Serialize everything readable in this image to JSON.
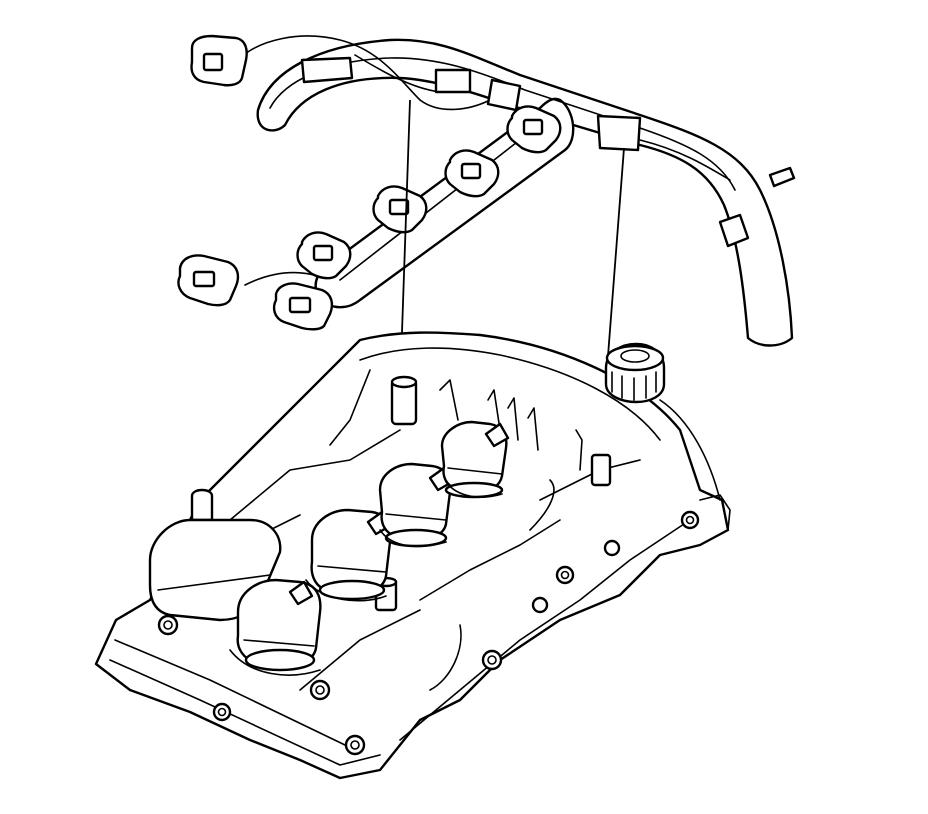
{
  "diagram": {
    "line_color": "#000000",
    "background": "#ffffff",
    "components": [
      {
        "icon": "ignition-wiring-harness"
      },
      {
        "icon": "camshaft-cover"
      },
      {
        "icon": "oil-fill-cap"
      },
      {
        "icon": "ignition-coil",
        "count": 4
      },
      {
        "icon": "harness-connector",
        "count": 7
      }
    ]
  }
}
